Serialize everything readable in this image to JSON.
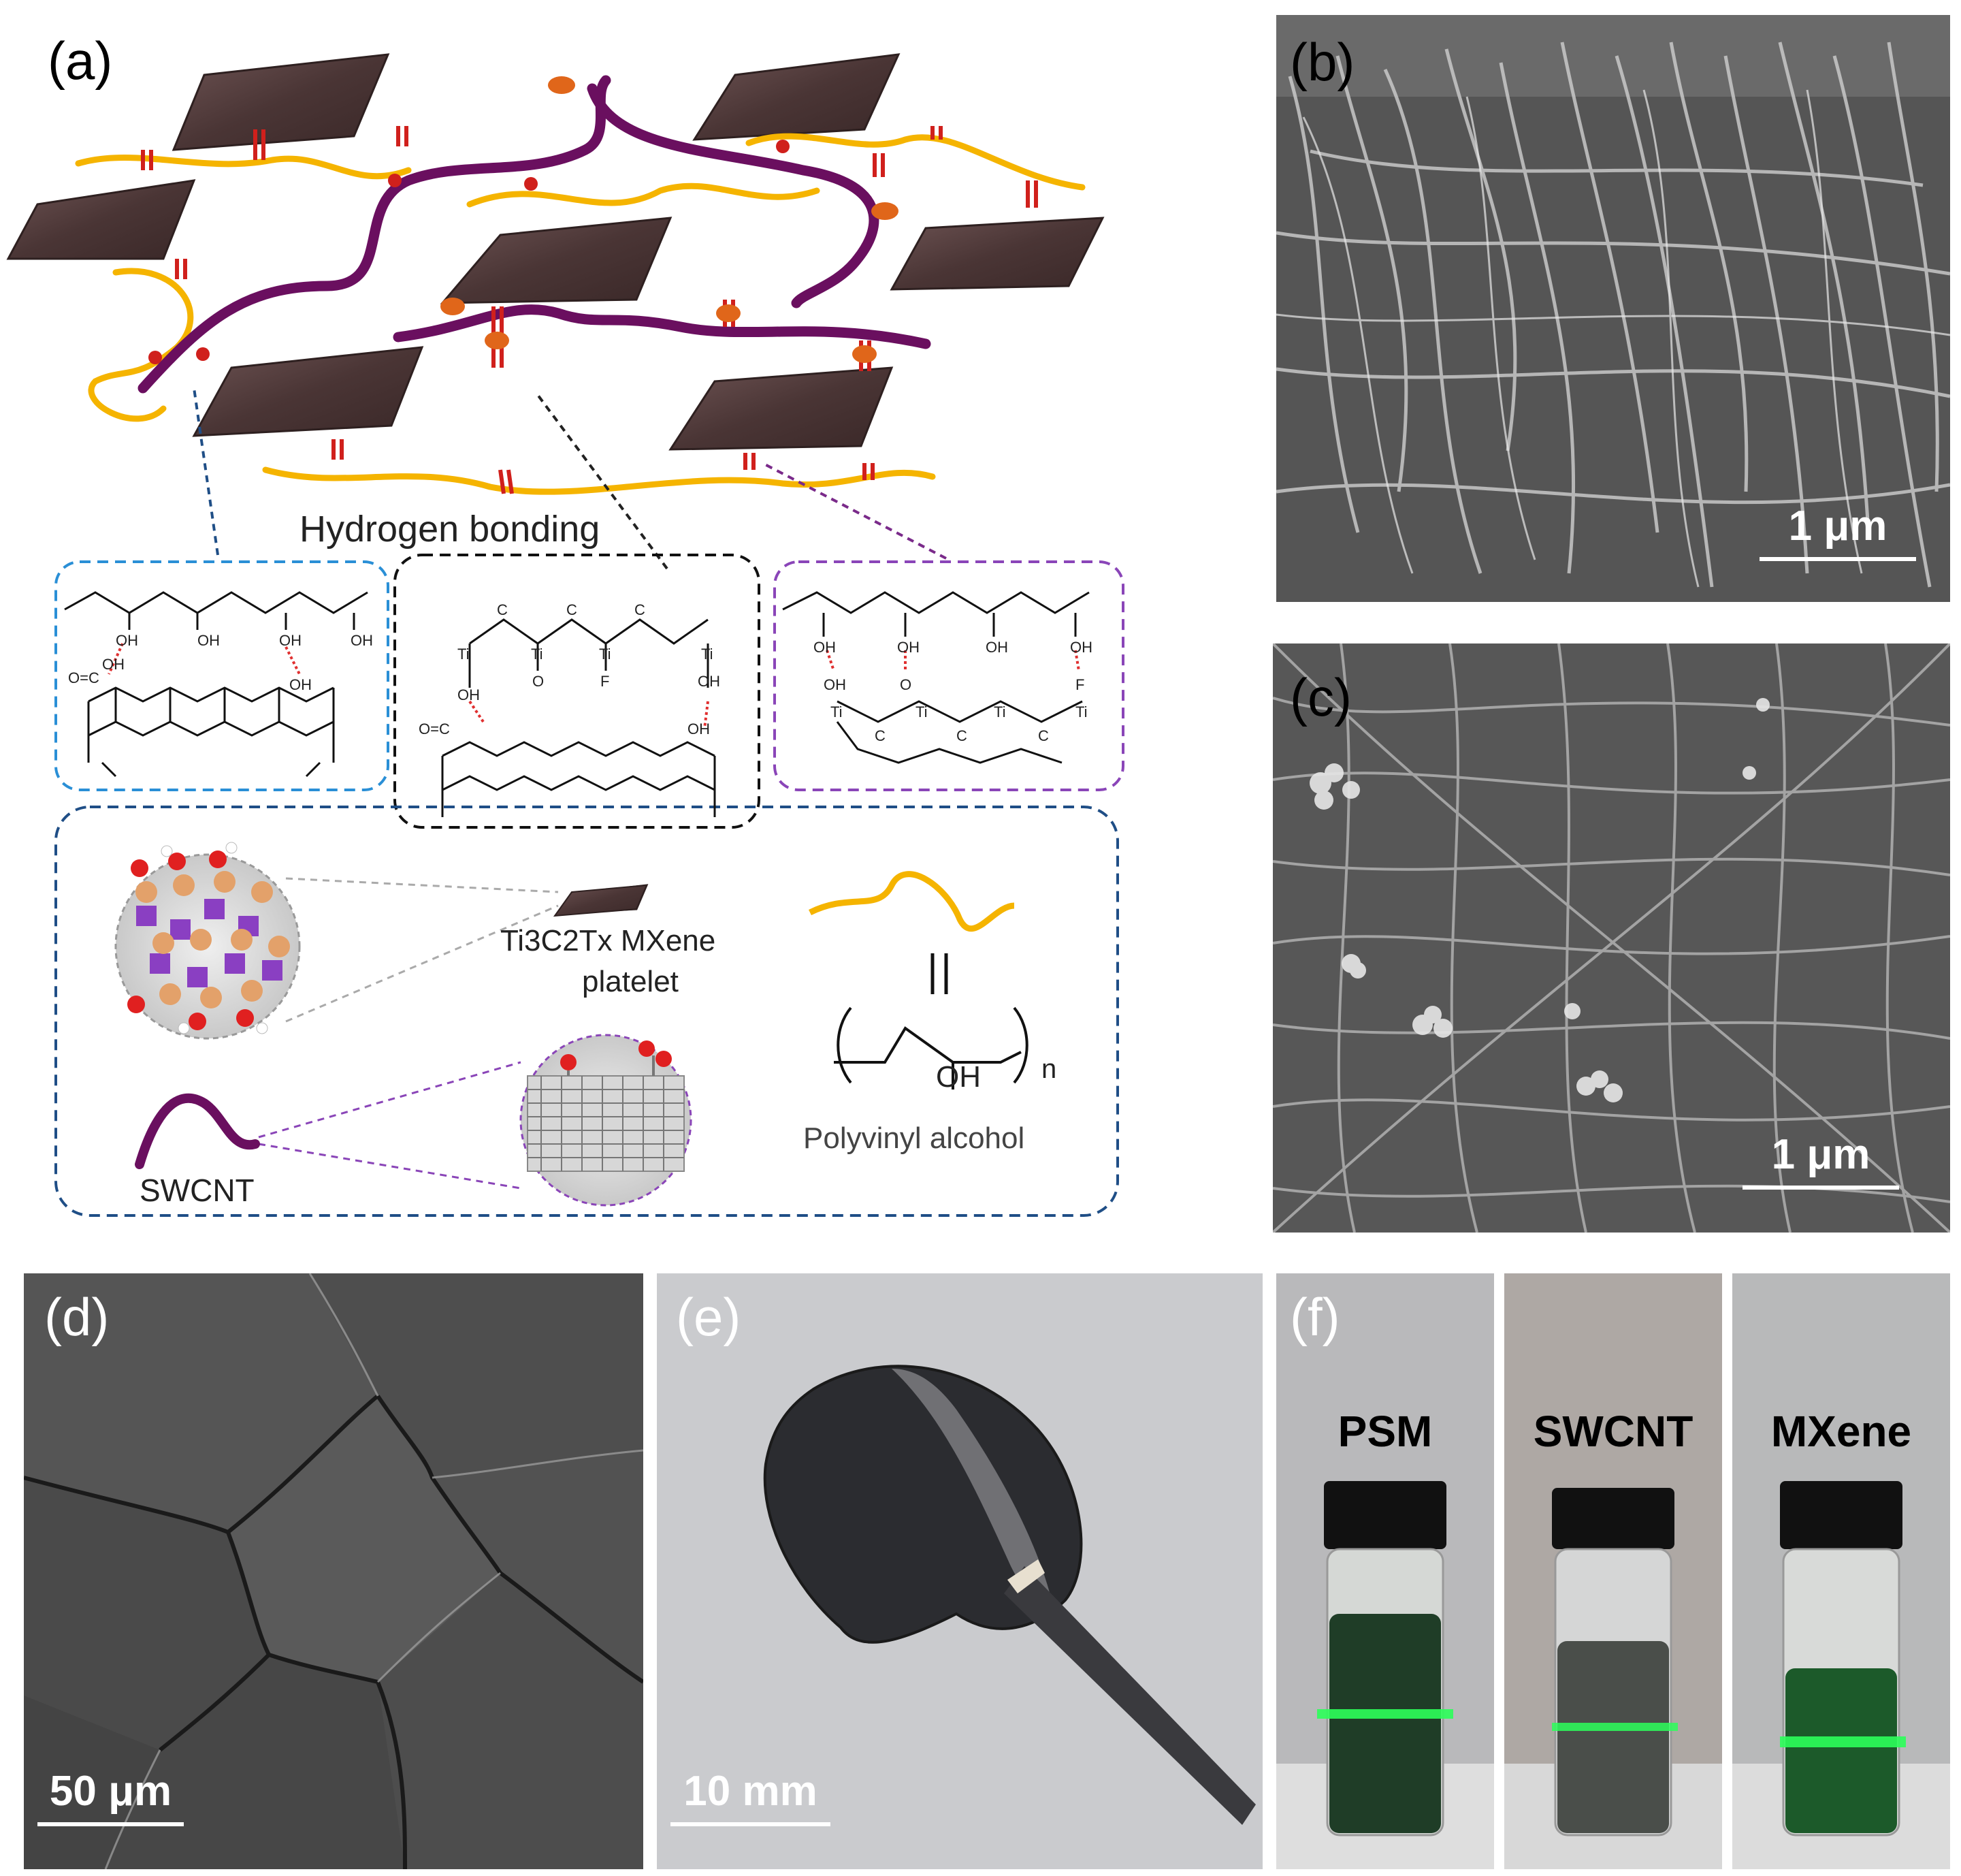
{
  "panels": {
    "a": {
      "label": "(a)",
      "hydrogen_bonding": "Hydrogen bonding",
      "legend": {
        "mxene_line1": "Ti3C2Tx MXene",
        "mxene_line2": "platelet",
        "pva_name": "Polyvinyl alcohol",
        "swcnt_name": "SWCNT",
        "pva_oh": "OH",
        "pva_n": "n"
      },
      "chem": {
        "oh": "OH",
        "ti": "Ti",
        "c": "C",
        "o": "O",
        "f": "F",
        "carboxyl": "O=C"
      }
    },
    "b": {
      "label": "(b)",
      "scale_bar": "1 μm"
    },
    "c": {
      "label": "(c)",
      "scale_bar": "1 μm"
    },
    "d": {
      "label": "(d)",
      "scale_bar": "50 μm"
    },
    "e": {
      "label": "(e)",
      "scale_bar": "10 mm"
    },
    "f": {
      "label": "(f)",
      "vials": [
        "PSM",
        "SWCNT",
        "MXene"
      ]
    }
  },
  "colors": {
    "mxene": "#4a3535",
    "pva": "#f5b400",
    "swcnt": "#6a0f5f",
    "bond": "#d0201c",
    "laser": "#2cff5a",
    "blue_box": "#2a8fd6",
    "purple_box": "#8a45b8",
    "navy_box": "#1f4e86"
  }
}
